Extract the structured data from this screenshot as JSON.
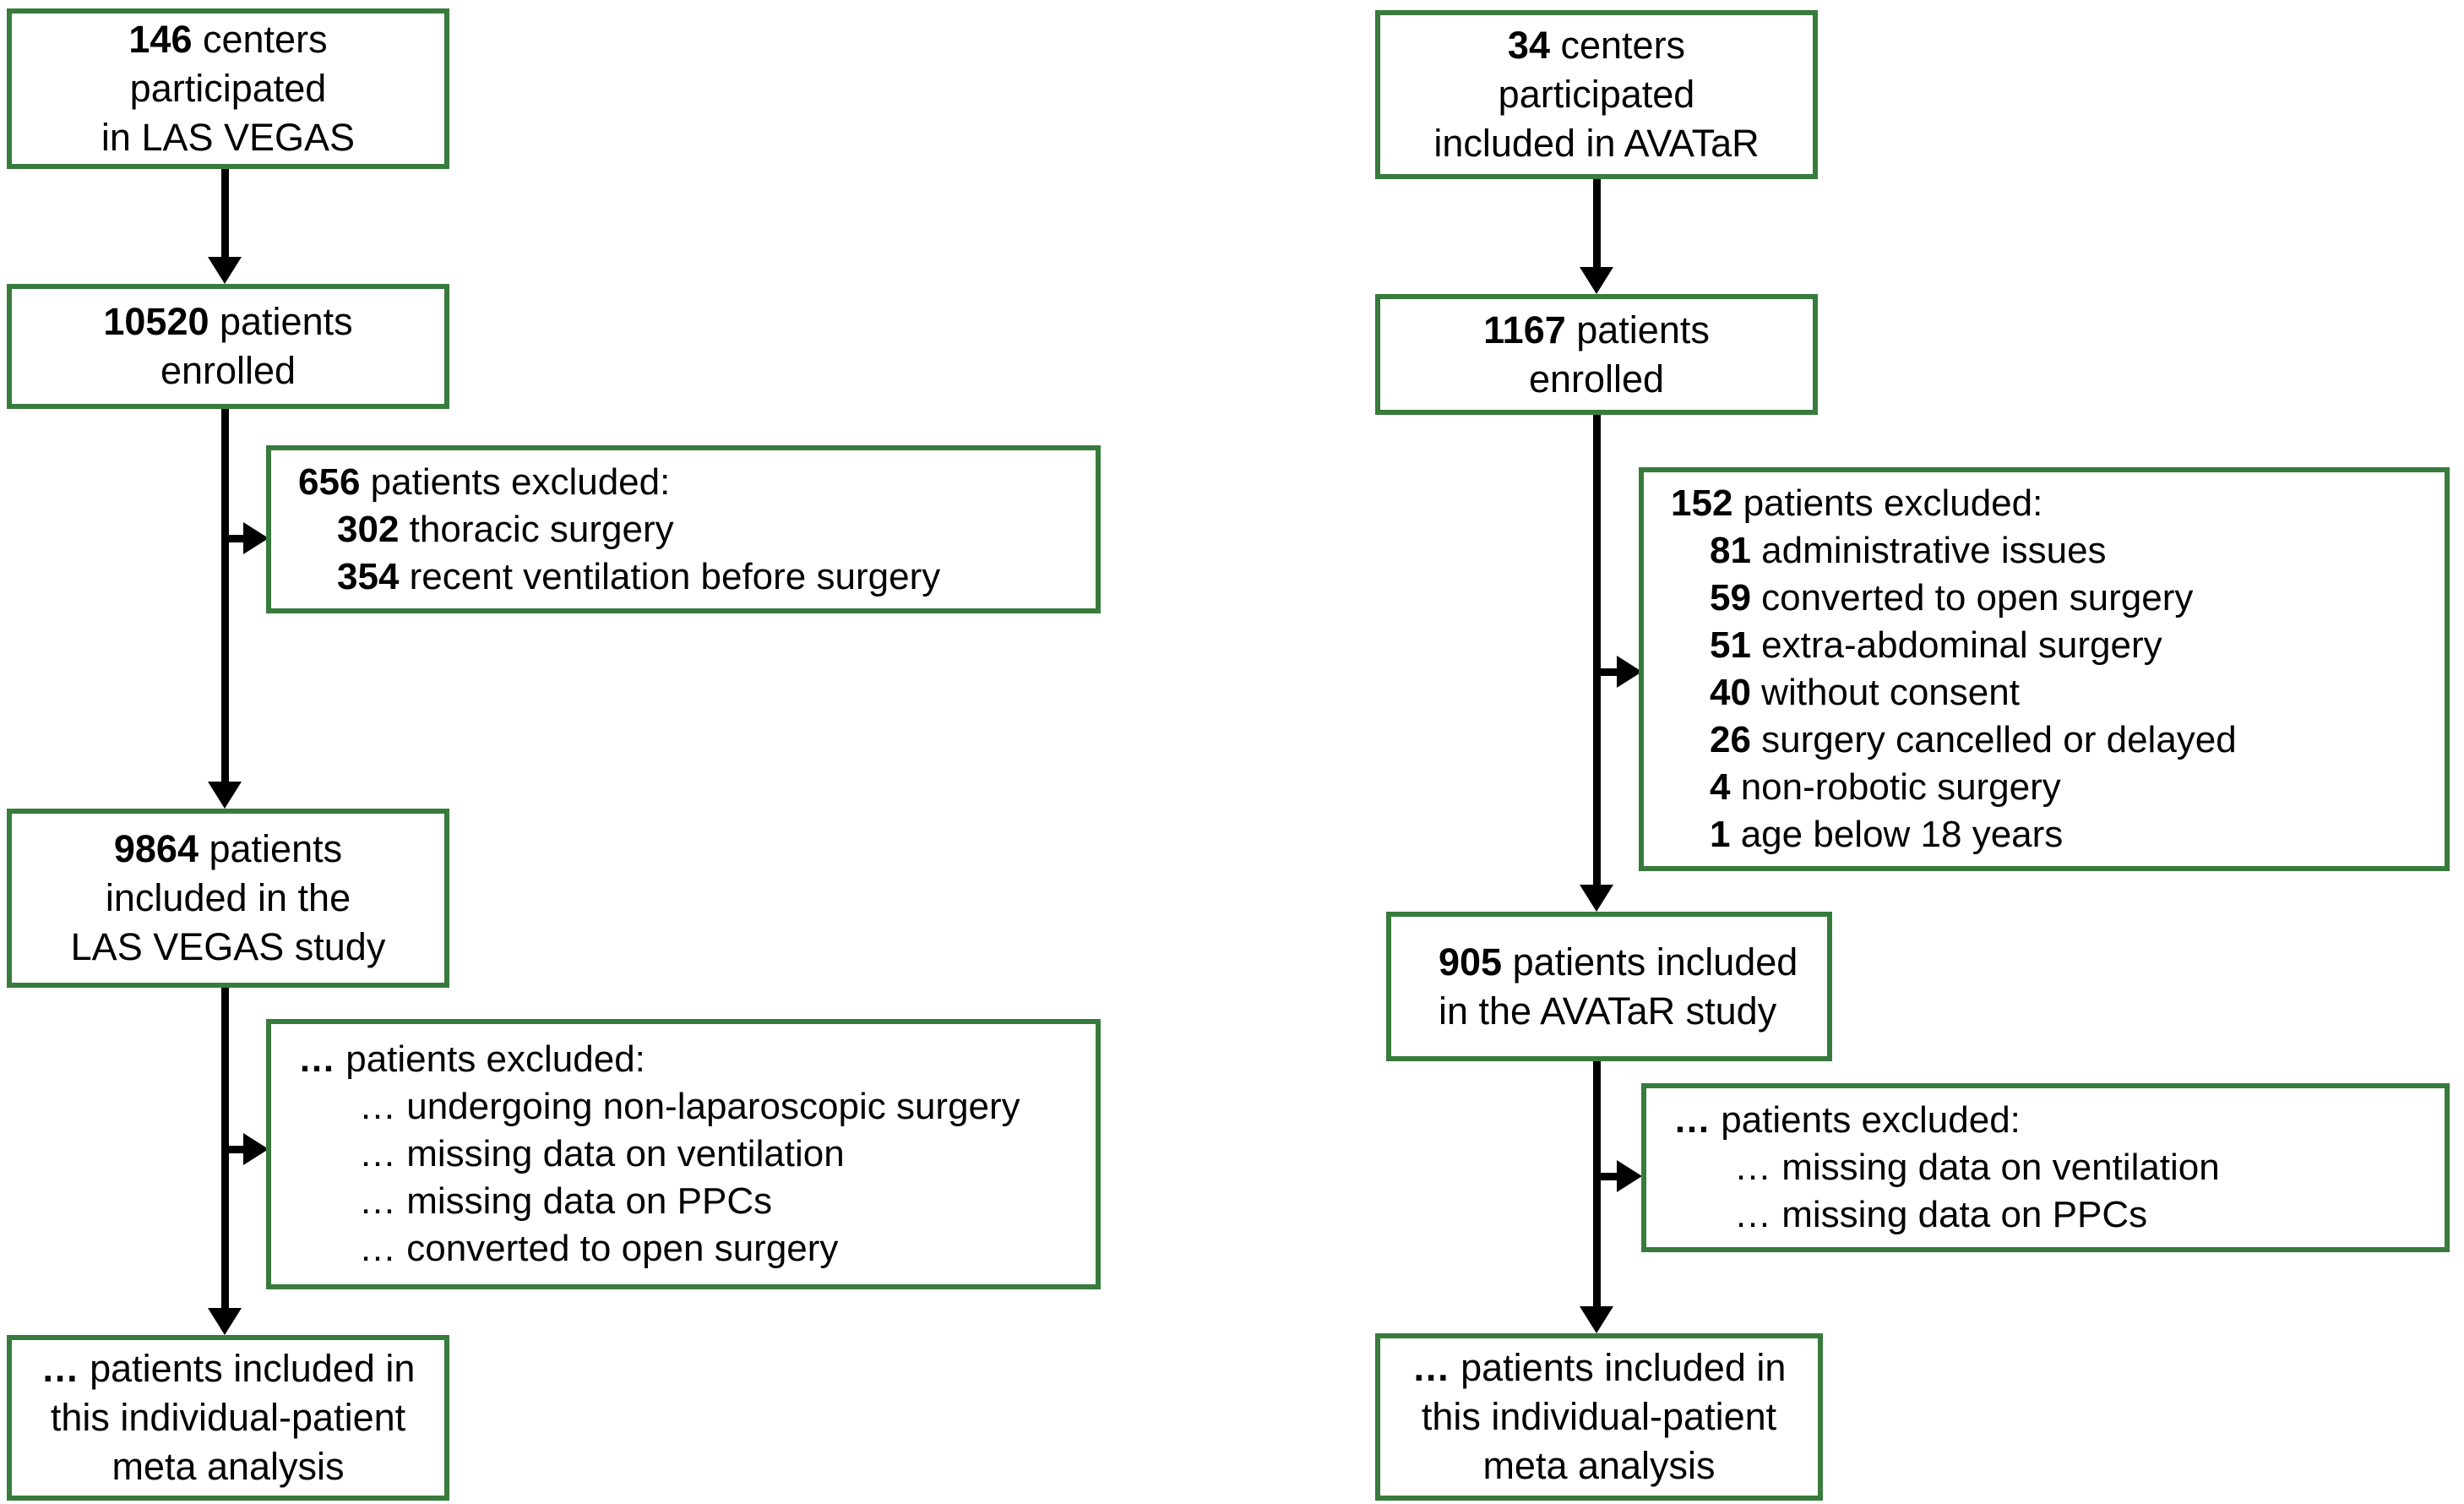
{
  "colors": {
    "box_border": "#377b3d",
    "line": "#000000",
    "background": "#ffffff",
    "text": "#000000"
  },
  "diagram_type": "study-flow-chart",
  "flows": [
    {
      "study": "LAS VEGAS",
      "main_boxes": [
        {
          "id": "centers",
          "lines": [
            {
              "bold": "146",
              "text": " centers"
            },
            {
              "text": "participated"
            },
            {
              "text": "in LAS VEGAS"
            }
          ]
        },
        {
          "id": "enrolled",
          "lines": [
            {
              "bold": "10520",
              "text": " patients"
            },
            {
              "text": "enrolled"
            }
          ]
        },
        {
          "id": "included-study",
          "lines": [
            {
              "bold": "9864",
              "text": " patients"
            },
            {
              "text": "included in the"
            },
            {
              "text": "LAS VEGAS study"
            }
          ]
        },
        {
          "id": "included-meta",
          "lines": [
            {
              "bold": "…",
              "text": " patients included in"
            },
            {
              "text": "this individual-patient"
            },
            {
              "text": "meta analysis"
            }
          ]
        }
      ],
      "exclusion_boxes": [
        {
          "header": {
            "bold": "656",
            "text": " patients excluded:"
          },
          "items": [
            {
              "bold": "302",
              "text": " thoracic surgery"
            },
            {
              "bold": "354",
              "text": " recent ventilation before surgery"
            }
          ]
        },
        {
          "header": {
            "bold": "…",
            "text": " patients excluded:"
          },
          "items": [
            {
              "text": "… undergoing non-laparoscopic surgery"
            },
            {
              "text": "… missing data on ventilation"
            },
            {
              "text": "… missing data on PPCs"
            },
            {
              "text": "… converted to open surgery"
            }
          ]
        }
      ]
    },
    {
      "study": "AVATaR",
      "main_boxes": [
        {
          "id": "centers",
          "lines": [
            {
              "bold": "34",
              "text": " centers"
            },
            {
              "text": "participated"
            },
            {
              "text": "included in AVATaR"
            }
          ]
        },
        {
          "id": "enrolled",
          "lines": [
            {
              "bold": "1167",
              "text": " patients"
            },
            {
              "text": "enrolled"
            }
          ]
        },
        {
          "id": "included-study",
          "lines": [
            {
              "bold": "905",
              "text": " patients included"
            },
            {
              "text": "in the AVATaR study"
            }
          ]
        },
        {
          "id": "included-meta",
          "lines": [
            {
              "bold": "…",
              "text": " patients included in"
            },
            {
              "text": "this individual-patient"
            },
            {
              "text": "meta analysis"
            }
          ]
        }
      ],
      "exclusion_boxes": [
        {
          "header": {
            "bold": "152",
            "text": " patients excluded:"
          },
          "items": [
            {
              "bold": "81",
              "text": " administrative issues"
            },
            {
              "bold": "59",
              "text": " converted to open surgery"
            },
            {
              "bold": "51",
              "text": " extra-abdominal surgery"
            },
            {
              "bold": "40",
              "text": " without consent"
            },
            {
              "bold": "26",
              "text": " surgery cancelled or delayed"
            },
            {
              "bold": "4",
              "text": " non-robotic surgery"
            },
            {
              "bold": "1",
              "text": " age below 18 years"
            }
          ]
        },
        {
          "header": {
            "bold": "…",
            "text": " patients excluded:"
          },
          "items": [
            {
              "text": "… missing data on ventilation"
            },
            {
              "text": "… missing data on PPCs"
            }
          ]
        }
      ]
    }
  ]
}
